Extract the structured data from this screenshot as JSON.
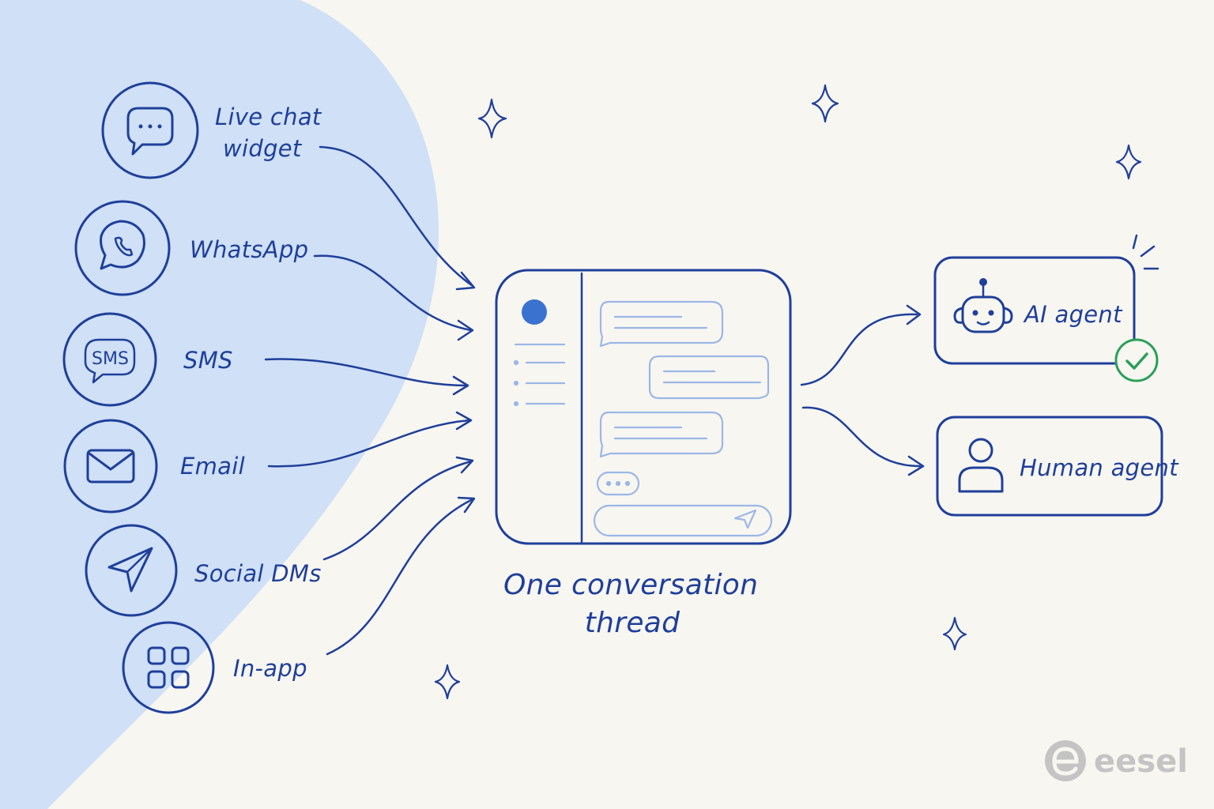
{
  "channels": [
    {
      "label_lines": [
        "Live chat",
        "widget"
      ],
      "icon": "chat-bubble-icon"
    },
    {
      "label_lines": [
        "WhatsApp"
      ],
      "icon": "whatsapp-icon"
    },
    {
      "label_lines": [
        "SMS"
      ],
      "icon": "sms-icon",
      "icon_text": "SMS"
    },
    {
      "label_lines": [
        "Email"
      ],
      "icon": "envelope-icon"
    },
    {
      "label_lines": [
        "Social DMs"
      ],
      "icon": "paper-plane-icon"
    },
    {
      "label_lines": [
        "In-app"
      ],
      "icon": "app-grid-icon"
    }
  ],
  "hub": {
    "caption_lines": [
      "One conversation",
      "thread"
    ]
  },
  "outputs": {
    "ai_agent": {
      "label": "AI agent",
      "icon": "robot-icon",
      "status_icon": "check-circle-icon"
    },
    "human_agent": {
      "label": "Human agent",
      "icon": "person-icon"
    }
  },
  "brand": {
    "name": "eesel",
    "icon": "eesel-logo-icon"
  },
  "colors": {
    "ink": "#1f3f9a",
    "background": "#f8f6f1",
    "blob": "#cfe0f7",
    "ai_box_fill": "#b8d0f2",
    "check_green": "#2aa05a",
    "logo_gray": "#c4c4c4"
  }
}
